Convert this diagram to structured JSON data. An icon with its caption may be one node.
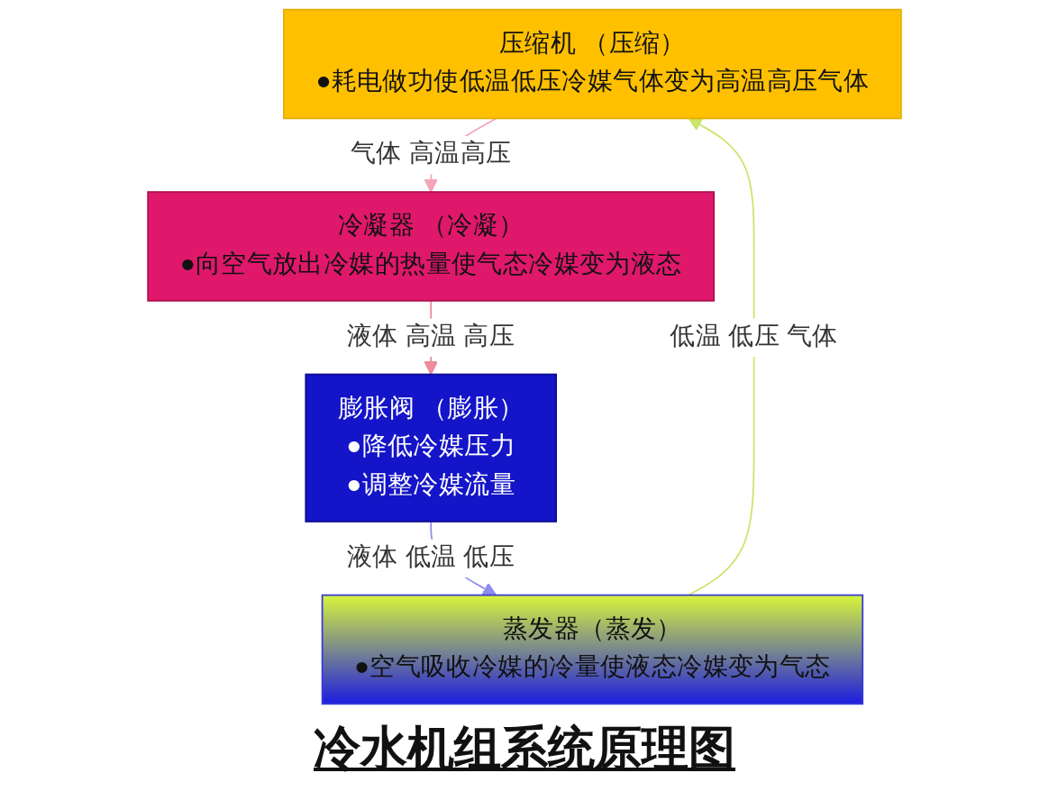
{
  "diagram": {
    "caption": "冷水机组系统原理图",
    "nodes": [
      {
        "text": [
          "压缩机 （压缩）",
          "●耗电做功使低温低压冷媒气体变为高温高压气体"
        ]
      },
      {
        "text": [
          "蒸发器（蒸发）",
          "●空气吸收冷媒的冷量使液态冷媒变为气态"
        ]
      },
      {
        "text": [
          "冷凝器 （冷凝）",
          "●向空气放出冷媒的热量使气态冷媒变为液态"
        ]
      },
      {
        "text": [
          "膨胀阀 （膨胀）",
          "●降低冷媒压力",
          "●调整冷媒流量"
        ]
      }
    ],
    "edges": [
      {
        "from": 1,
        "to": 0,
        "arrow": "to",
        "label": "低温 低压 气体",
        "color": "#cde46a"
      },
      {
        "from": 0,
        "to": 2,
        "arrow": "to",
        "label": "气体 高温高压",
        "color": "#f4a6b8"
      },
      {
        "from": 2,
        "to": 3,
        "arrow": "to",
        "label": "液体 高温 高压",
        "color": "#ee8a9a"
      },
      {
        "from": 3,
        "to": 1,
        "arrow": "to",
        "label": "液体 低温 低压",
        "color": "#8e8ef0"
      }
    ]
  }
}
